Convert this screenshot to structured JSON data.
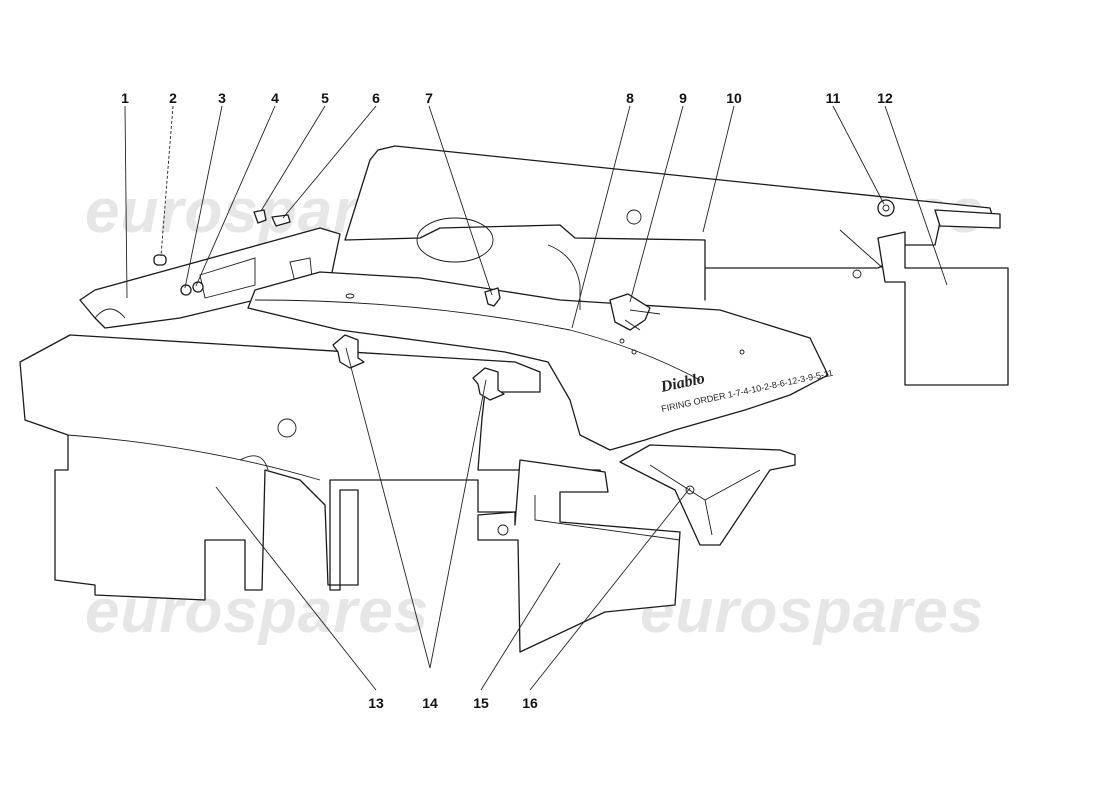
{
  "watermark": "eurospares",
  "engraving": {
    "logo_text": "Diablo",
    "firing_order": "FIRING ORDER 1-7-4-10-2-8-6-12-3-9-5-11"
  },
  "callouts": [
    "1",
    "2",
    "3",
    "4",
    "5",
    "6",
    "7",
    "8",
    "9",
    "10",
    "11",
    "12",
    "13",
    "14",
    "15",
    "16"
  ],
  "colors": {
    "line": "#1a1a1a",
    "watermark": "#e6e6e6",
    "background": "#ffffff"
  }
}
